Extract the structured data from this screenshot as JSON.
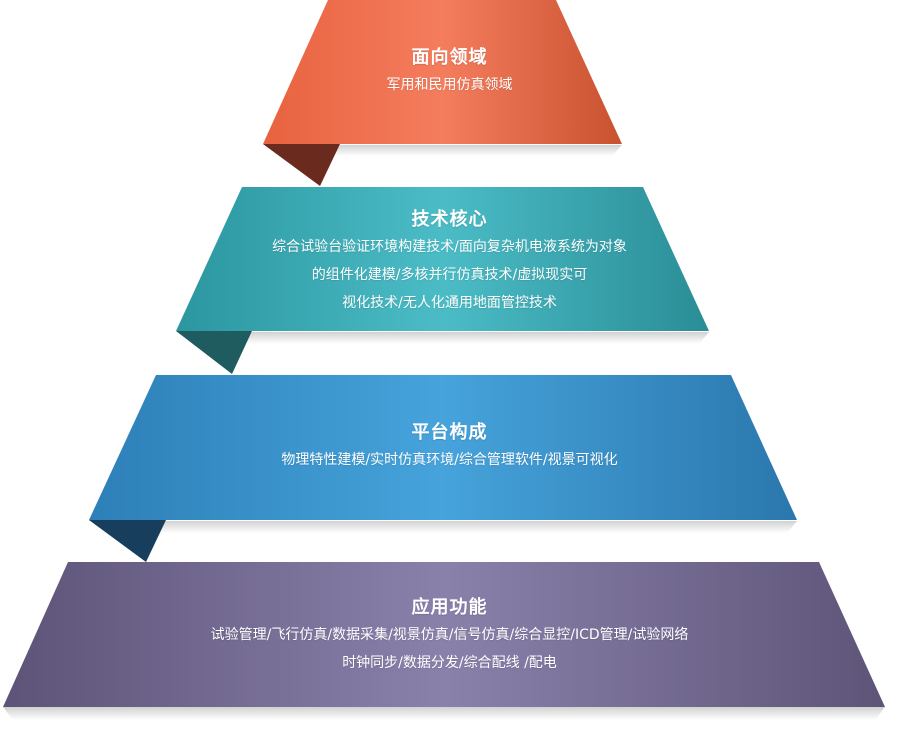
{
  "tiers": [
    {
      "title": "面向领域",
      "lines": [
        "军用和民用仿真领域"
      ],
      "colors": {
        "left": "#e8623f",
        "mid": "#f47d5e",
        "right": "#c95230",
        "fold": "#6a2a1d"
      }
    },
    {
      "title": "技术核心",
      "lines": [
        "综合试验台验证环境构建技术/面向复杂机电液系统为对象",
        "的组件化建模/多核并行仿真技术/虚拟现实可",
        "视化技术/无人化通用地面管控技术"
      ],
      "colors": {
        "left": "#2b969f",
        "mid": "#4bbcc6",
        "right": "#2a8d96",
        "fold": "#1f5c60"
      }
    },
    {
      "title": "平台构成",
      "lines": [
        "物理特性建模/实时仿真环境/综合管理软件/视景可视化"
      ],
      "colors": {
        "left": "#2d7fb7",
        "mid": "#46a3db",
        "right": "#2a77ad",
        "fold": "#173e5c"
      }
    },
    {
      "title": "应用功能",
      "lines": [
        "试验管理/飞行仿真/数据采集/视景仿真/信号仿真/综合显控/ICD管理/试验网络",
        "时钟同步/数据分发/综合配线 /配电"
      ],
      "colors": {
        "left": "#5d5378",
        "mid": "#8a81ab",
        "right": "#5e5478",
        "fold": "#3a3450"
      }
    }
  ]
}
